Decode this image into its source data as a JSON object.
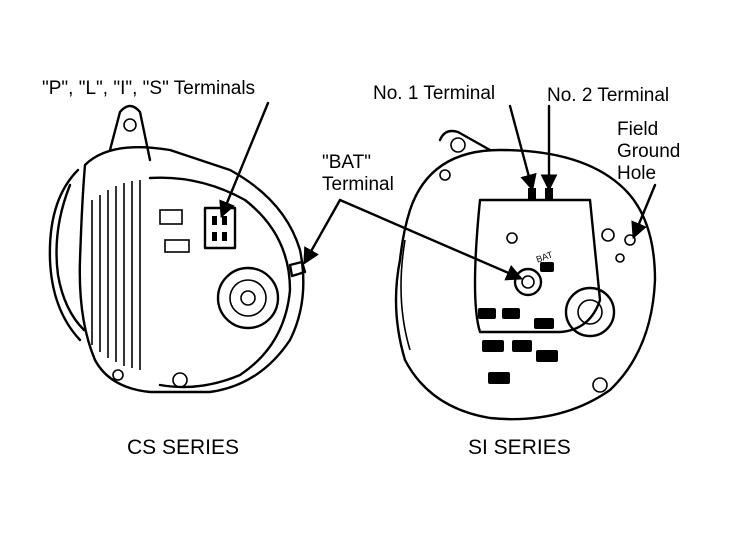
{
  "labels": {
    "pl_is_terminals": "\"P\", \"L\", \"I\", \"S\" Terminals",
    "bat_terminal_line1": "\"BAT\"",
    "bat_terminal_line2": "Terminal",
    "no1_terminal": "No. 1 Terminal",
    "no2_terminal": "No. 2 Terminal",
    "field_line1": "Field",
    "field_line2": "Ground",
    "field_line3": "Hole",
    "socket_mark": "BAT"
  },
  "captions": {
    "cs_series": "CS SERIES",
    "si_series": "SI SERIES"
  },
  "colors": {
    "ink": "#000000",
    "paper": "#ffffff"
  }
}
